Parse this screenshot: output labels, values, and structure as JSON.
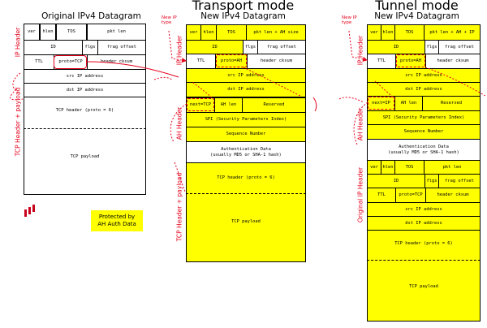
{
  "titles": {
    "original": "Original IPv4 Datagram",
    "transport_mode": "Transport mode",
    "transport_sub": "New IPv4 Datagram",
    "tunnel_mode": "Tunnel mode",
    "tunnel_sub": "New IPv4 Datagram"
  },
  "labels": {
    "ip_header": "IP Header",
    "tcp_header_payload": "TCP Header + payload",
    "ah_header": "AH Header",
    "original_ip_header": "Original IP Header",
    "new_ip_type": "New IP\ntype",
    "legend": "Protected by\nAH Auth Data"
  },
  "fields": {
    "ver": "ver",
    "hlen": "hlen",
    "tos": "TOS",
    "pkt_len": "pkt len",
    "pkt_len_ah": "pkt len + AH size",
    "pkt_len_ah_ip": "pkt len + AH + IP",
    "id": "ID",
    "flgs": "flgs",
    "frag_offset": "frag offset",
    "ttl": "TTL",
    "proto_tcp": "proto=TCP",
    "proto_ah": "proto=AH",
    "header_cksum": "header cksum",
    "src_ip": "src IP address",
    "dst_ip": "dst IP address",
    "tcp_header": "TCP header (proto = 6)",
    "tcp_payload": "TCP payload",
    "next_tcp": "next=TCP",
    "next_ip": "next=IP",
    "ah_len": "AH len",
    "reserved": "Reserved",
    "spi": "SPI (Security Parameters Index)",
    "seq": "Sequence Number",
    "auth1": "Authentication Data",
    "auth2": "(usually MD5 or SHA-1 hash)"
  },
  "colors": {
    "protected": "#ffff00",
    "annotation": "#e3001b"
  }
}
